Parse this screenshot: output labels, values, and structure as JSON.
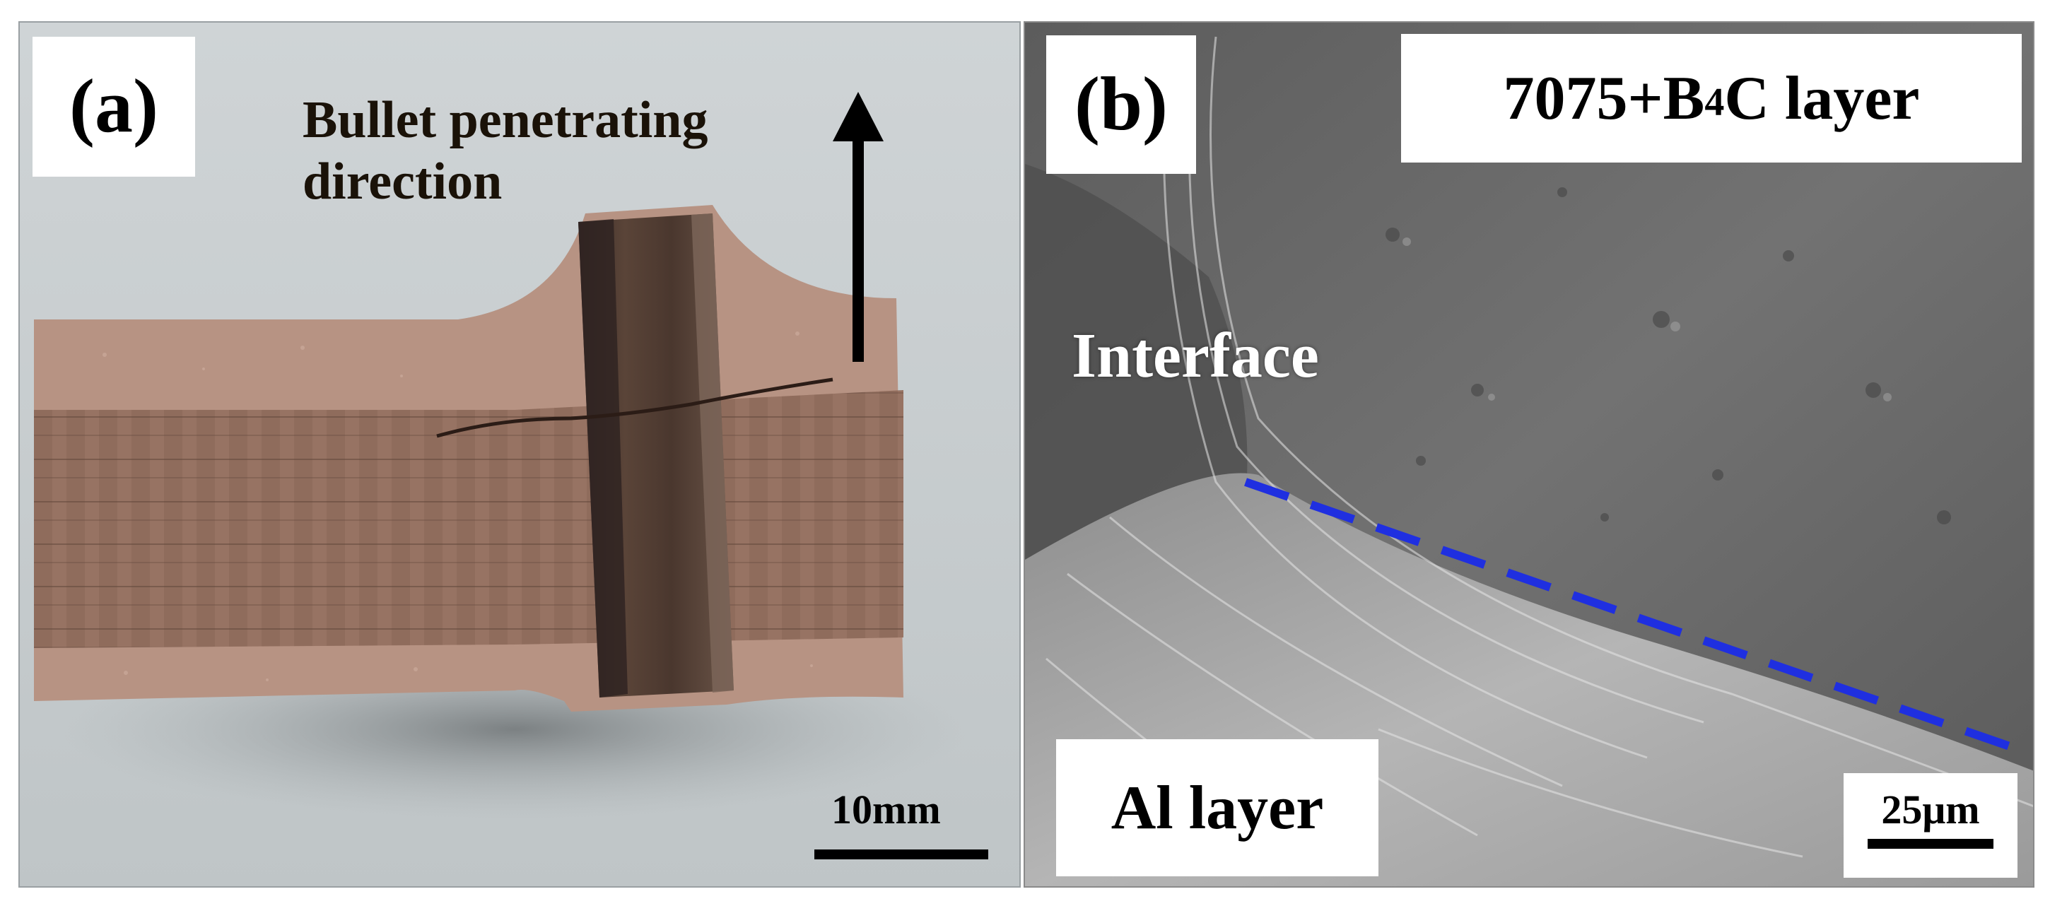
{
  "panels": {
    "a": {
      "letter": "(a)",
      "annotation_line1": "Bullet penetrating",
      "annotation_line2": "direction",
      "scale_label": "10mm"
    },
    "b": {
      "letter": "(b)",
      "top_layer_main": "7075+B",
      "top_layer_sub": "4",
      "top_layer_rest": "C layer",
      "interface_label": "Interface",
      "bottom_layer": "Al layer",
      "scale_label": "25μm"
    }
  },
  "colors": {
    "interface_line": "#1f2fe0",
    "arrow": "#000000",
    "specimen_core": "#8c6a5a",
    "specimen_face_sheet": "#b69484",
    "background_a": "#c9ced0",
    "background_b": "#6a6a6a"
  }
}
